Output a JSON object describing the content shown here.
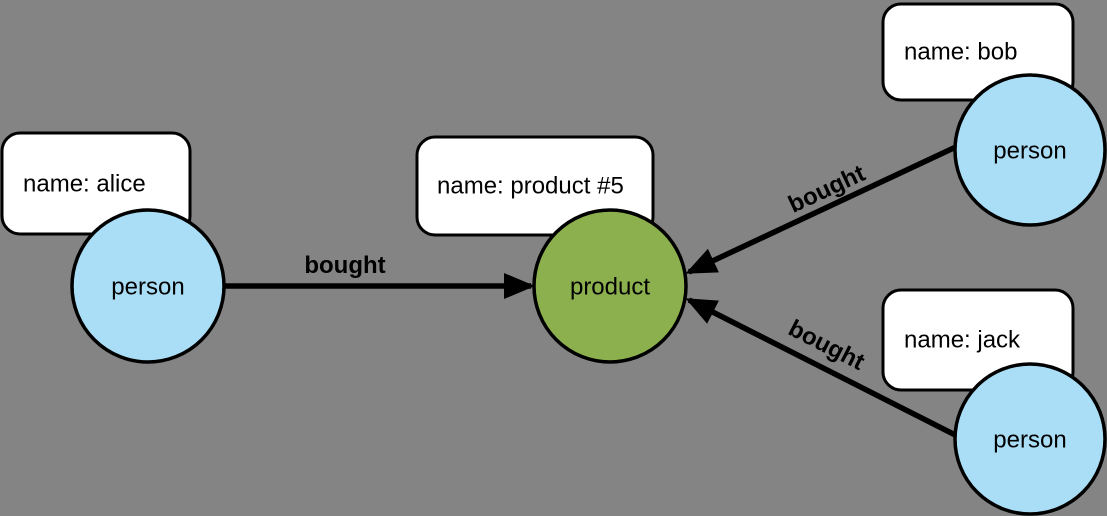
{
  "canvas": {
    "background_color": "#848484"
  },
  "colors": {
    "person_node_fill": "#AADEF6",
    "product_node_fill": "#8DB04E",
    "label_box_fill": "#FFFFFF",
    "line_and_text_color": "#000000"
  },
  "nodes": [
    {
      "id": "alice",
      "type_label": "person",
      "property_label": "name: alice"
    },
    {
      "id": "product-5",
      "type_label": "product",
      "property_label": "name: product #5"
    },
    {
      "id": "bob",
      "type_label": "person",
      "property_label": "name: bob"
    },
    {
      "id": "jack",
      "type_label": "person",
      "property_label": "name: jack"
    }
  ],
  "edges": [
    {
      "from": "alice",
      "to": "product-5",
      "label": "bought"
    },
    {
      "from": "bob",
      "to": "product-5",
      "label": "bought"
    },
    {
      "from": "jack",
      "to": "product-5",
      "label": "bought"
    }
  ]
}
